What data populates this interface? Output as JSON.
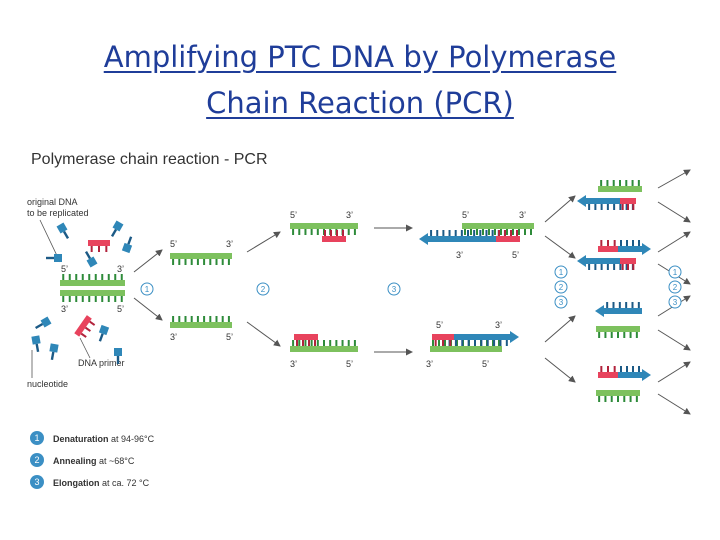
{
  "slide": {
    "title_line1": "Amplifying PTC DNA by Polymerase",
    "title_line2": "Chain Reaction (PCR)"
  },
  "figure": {
    "heading": "Polymerase chain reaction - PCR",
    "labels": {
      "original_dna_1": "original DNA",
      "original_dna_2": "to be replicated",
      "dna_primer": "DNA primer",
      "nucleotide": "nucleotide",
      "five_prime": "5’",
      "three_prime": "3’"
    },
    "steps": [
      {
        "num": "1",
        "bold": "Denaturation",
        "rest": " at 94-96°C"
      },
      {
        "num": "2",
        "bold": "Annealing",
        "rest": " at ~68°C"
      },
      {
        "num": "3",
        "bold": "Elongation",
        "rest": " at ca. 72 °C"
      }
    ]
  },
  "colors": {
    "title": "#1f3d99",
    "template_strand": "#7dc15e",
    "template_teeth": "#2e8b3a",
    "primer": "#e8435d",
    "new_strand": "#2f87b8",
    "new_strand_teeth": "#1c5a86",
    "step_circle": "#3b8fc4",
    "text": "#333333"
  }
}
